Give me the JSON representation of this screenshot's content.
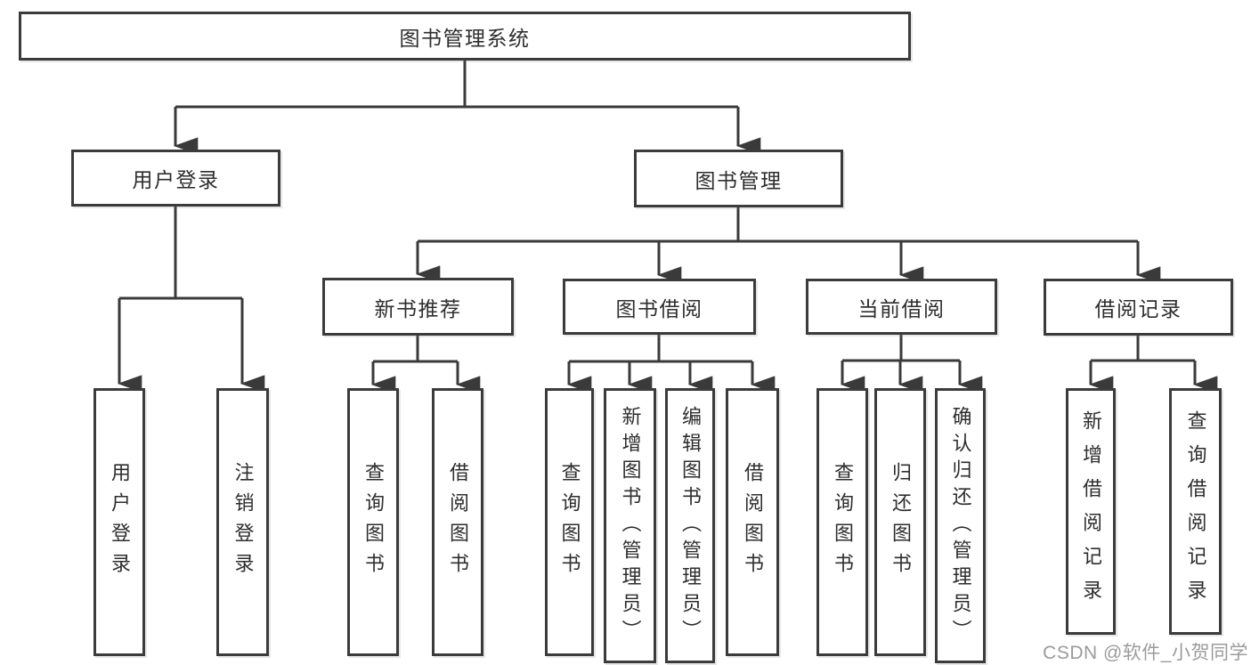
{
  "diagram": {
    "type": "hierarchy-tree",
    "direction": "top-down",
    "tree": {
      "label": "图书管理系统",
      "children": [
        {
          "label": "用户登录",
          "children": [
            {
              "label": "用户登录"
            },
            {
              "label": "注销登录"
            }
          ]
        },
        {
          "label": "图书管理",
          "children": [
            {
              "label": "新书推荐",
              "children": [
                {
                  "label": "查询图书"
                },
                {
                  "label": "借阅图书"
                }
              ]
            },
            {
              "label": "图书借阅",
              "children": [
                {
                  "label": "查询图书"
                },
                {
                  "label": "新增图书（管理员）"
                },
                {
                  "label": "编辑图书（管理员）"
                },
                {
                  "label": "借阅图书"
                }
              ]
            },
            {
              "label": "当前借阅",
              "children": [
                {
                  "label": "查询图书"
                },
                {
                  "label": "归还图书"
                },
                {
                  "label": "确认归还（管理员）"
                }
              ]
            },
            {
              "label": "借阅记录",
              "children": [
                {
                  "label": "新增借阅记录"
                },
                {
                  "label": "查询借阅记录"
                }
              ]
            }
          ]
        }
      ]
    }
  },
  "watermark": {
    "text": "CSDN @软件_小贺同学"
  },
  "colors": {
    "background": "#ffffff",
    "box_border": "#3b3b3b",
    "box_fill": "#ffffff",
    "line": "#3a3a3a",
    "text": "#2e2e2e",
    "watermark": "#9b9b9b"
  }
}
